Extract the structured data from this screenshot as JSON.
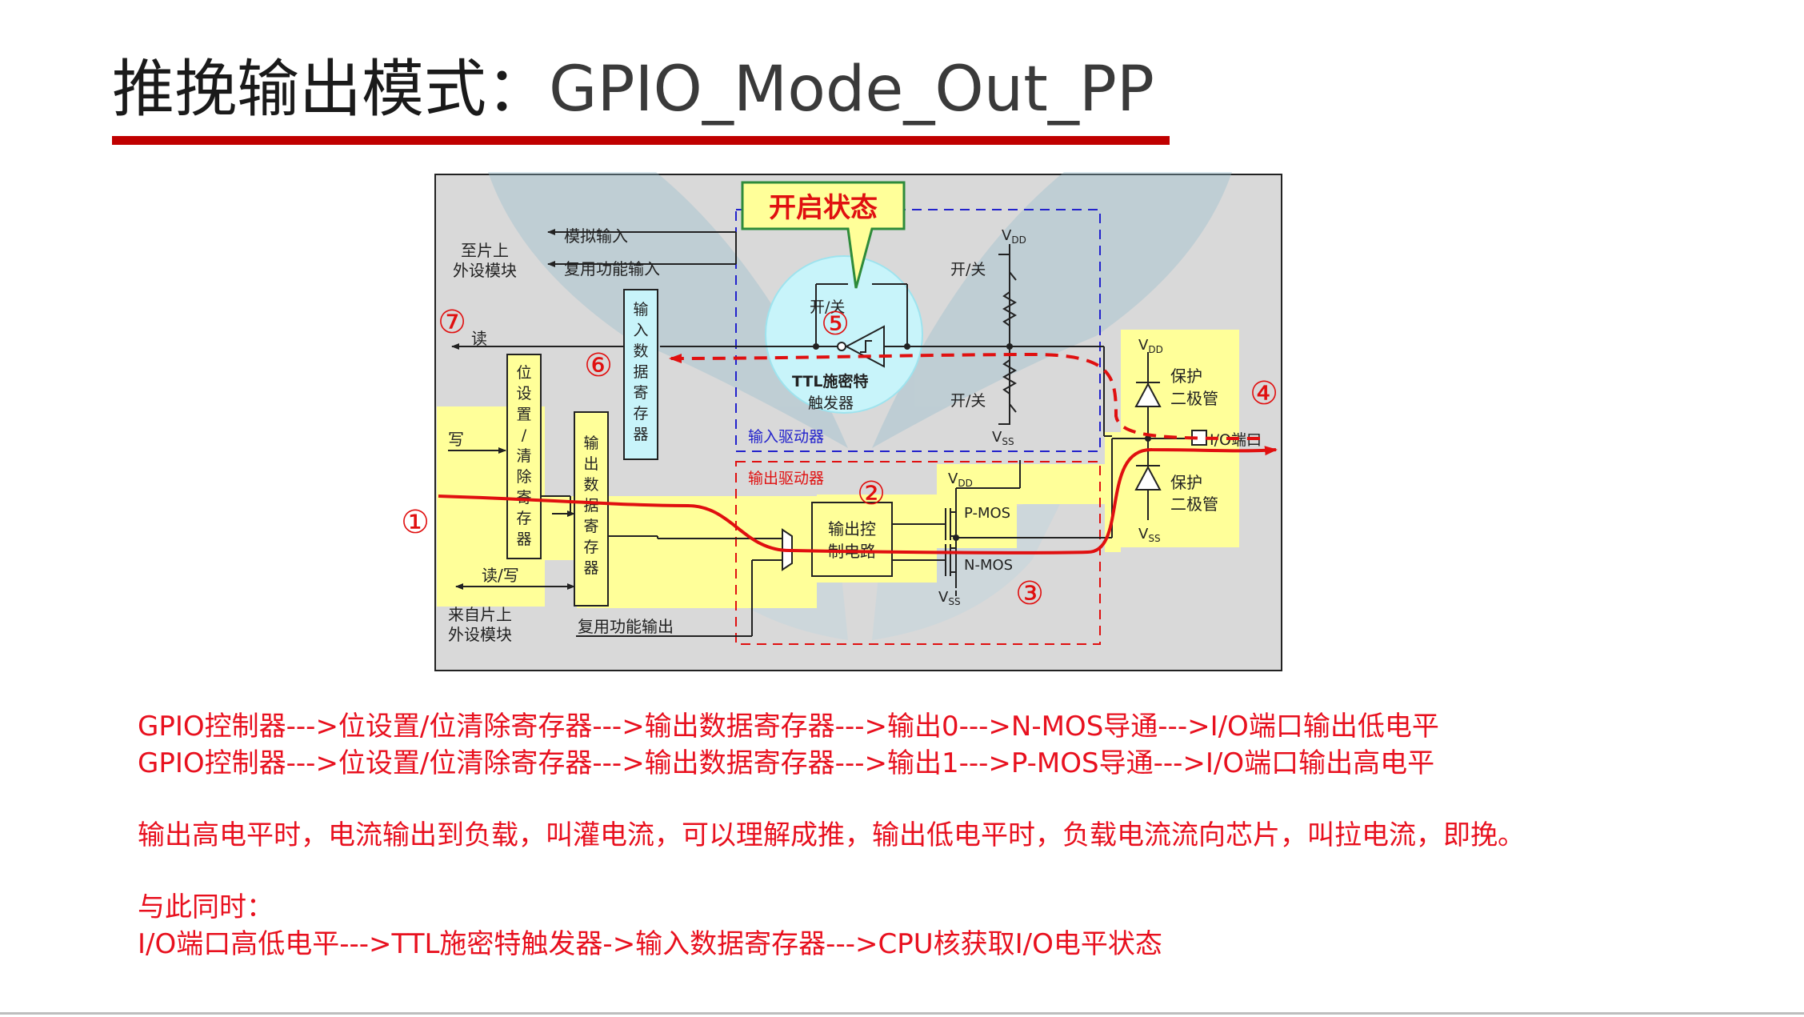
{
  "title": {
    "cn": "推挽输出模式：",
    "en": "GPIO_Mode_Out_PP"
  },
  "colors": {
    "accent_red": "#c00000",
    "note_red": "#e8101e",
    "highlight_yellow": "#ffff99",
    "schmitt_cyan": "#c8f4fa",
    "input_driver_blue": "#2222cc",
    "output_driver_red": "#e01010"
  },
  "diagram": {
    "callout": "开启状态",
    "to_peripheral": [
      "至片上",
      "外设模块"
    ],
    "analog_input": "模拟输入",
    "alt_func_input": "复用功能输入",
    "read": "读",
    "write": "写",
    "read_write": "读/写",
    "from_peripheral": [
      "来自片上",
      "外设模块"
    ],
    "alt_func_output": "复用功能输出",
    "bit_set_reset_reg": [
      "位",
      "设",
      "置",
      "/",
      "清",
      "除",
      "寄",
      "存",
      "器"
    ],
    "input_data_reg": [
      "输",
      "入",
      "数",
      "据",
      "寄",
      "存",
      "器"
    ],
    "output_data_reg": [
      "输",
      "出",
      "数",
      "据",
      "寄",
      "存",
      "器"
    ],
    "switch_top": "开/关",
    "switch_bottom": "开/关",
    "switch_schmitt": "开/关",
    "vdd": "V",
    "vdd_sub": "DD",
    "vss": "V",
    "vss_sub": "SS",
    "ttl_schmitt": [
      "TTL施密特",
      "触发器"
    ],
    "input_driver": "输入驱动器",
    "output_driver": "输出驱动器",
    "output_control": [
      "输出控",
      "制电路"
    ],
    "pmos": "P-MOS",
    "nmos": "N-MOS",
    "protect_diode": [
      "保护",
      "二极管"
    ],
    "io_port": "I/O端口",
    "markers": [
      "①",
      "②",
      "③",
      "④",
      "⑤",
      "⑥",
      "⑦"
    ]
  },
  "notes": [
    "GPIO控制器--->位设置/位清除寄存器--->输出数据寄存器--->输出0--->N-MOS导通--->I/O端口输出低电平",
    "GPIO控制器--->位设置/位清除寄存器--->输出数据寄存器--->输出1--->P-MOS导通--->I/O端口输出高电平",
    "输出高电平时，电流输出到负载，叫灌电流，可以理解成推，输出低电平时，负载电流流向芯片，叫拉电流，即挽。",
    "与此同时：",
    "I/O端口高低电平--->TTL施密特触发器->输入数据寄存器--->CPU核获取I/O电平状态"
  ]
}
